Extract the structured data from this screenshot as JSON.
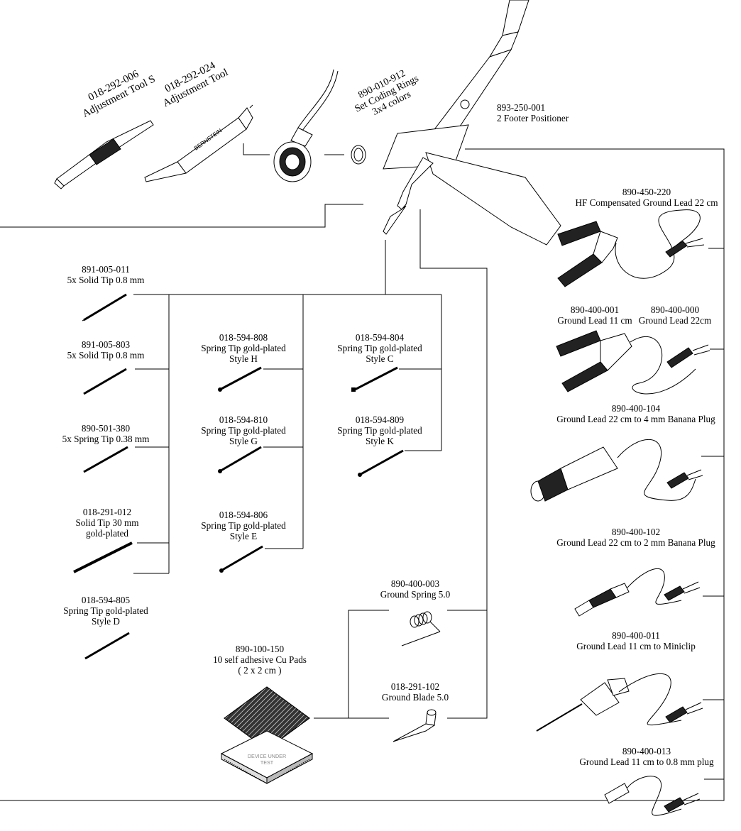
{
  "labels": {
    "adj_s": {
      "code": "018-292-006",
      "name": "Adjustment Tool S"
    },
    "adj": {
      "code": "018-292-024",
      "name": "Adjustment Tool",
      "brand": "BERNSTEIN"
    },
    "rings": {
      "code": "890-010-912",
      "name": "Set Coding Rings",
      "sub": "3x4 colors"
    },
    "footer": {
      "code": "893-250-001",
      "name": "2 Footer Positioner"
    },
    "hf_lead": {
      "code": "890-450-220",
      "name": "HF Compensated Ground Lead 22 cm"
    },
    "gl11": {
      "code": "890-400-001",
      "name": "Ground Lead 11 cm"
    },
    "gl22": {
      "code": "890-400-000",
      "name": "Ground Lead  22cm"
    },
    "gl_4mm": {
      "code": "890-400-104",
      "name": "Ground Lead 22 cm to 4 mm Banana Plug"
    },
    "gl_2mm": {
      "code": "890-400-102",
      "name": "Ground Lead 22 cm to 2 mm Banana Plug"
    },
    "gl_mini": {
      "code": "890-400-011",
      "name": "Ground Lead 11 cm to Miniclip"
    },
    "gl_08": {
      "code": "890-400-013",
      "name": "Ground Lead 11 cm to 0.8 mm plug"
    },
    "solid1": {
      "code": "891-005-011",
      "name": "5x Solid Tip 0.8 mm"
    },
    "solid2": {
      "code": "891-005-803",
      "name": "5x Solid Tip 0.8 mm"
    },
    "spring038": {
      "code": "890-501-380",
      "name": "5x Spring Tip 0.38 mm"
    },
    "solid30": {
      "code": "018-291-012",
      "name": "Solid Tip 30 mm",
      "sub": "gold-plated"
    },
    "styleD": {
      "code": "018-594-805",
      "name": "Spring Tip gold-plated",
      "sub": "Style D"
    },
    "styleH": {
      "code": "018-594-808",
      "name": "Spring Tip gold-plated",
      "sub": "Style H"
    },
    "styleG": {
      "code": "018-594-810",
      "name": "Spring Tip gold-plated",
      "sub": "Style G"
    },
    "styleE": {
      "code": "018-594-806",
      "name": "Spring Tip gold-plated",
      "sub": "Style E"
    },
    "styleC": {
      "code": "018-594-804",
      "name": "Spring Tip gold-plated",
      "sub": "Style C"
    },
    "styleK": {
      "code": "018-594-809",
      "name": "Spring Tip gold-plated",
      "sub": "Style K"
    },
    "gspring": {
      "code": "890-400-003",
      "name": "Ground Spring 5.0"
    },
    "gblade": {
      "code": "018-291-102",
      "name": "Ground Blade 5.0"
    },
    "pads": {
      "code": "890-100-150",
      "name": "10 self adhesive Cu Pads",
      "sub": "( 2 x 2 cm )"
    },
    "dut": {
      "line1": "DEVICE UNDER",
      "line2": "TEST"
    }
  }
}
